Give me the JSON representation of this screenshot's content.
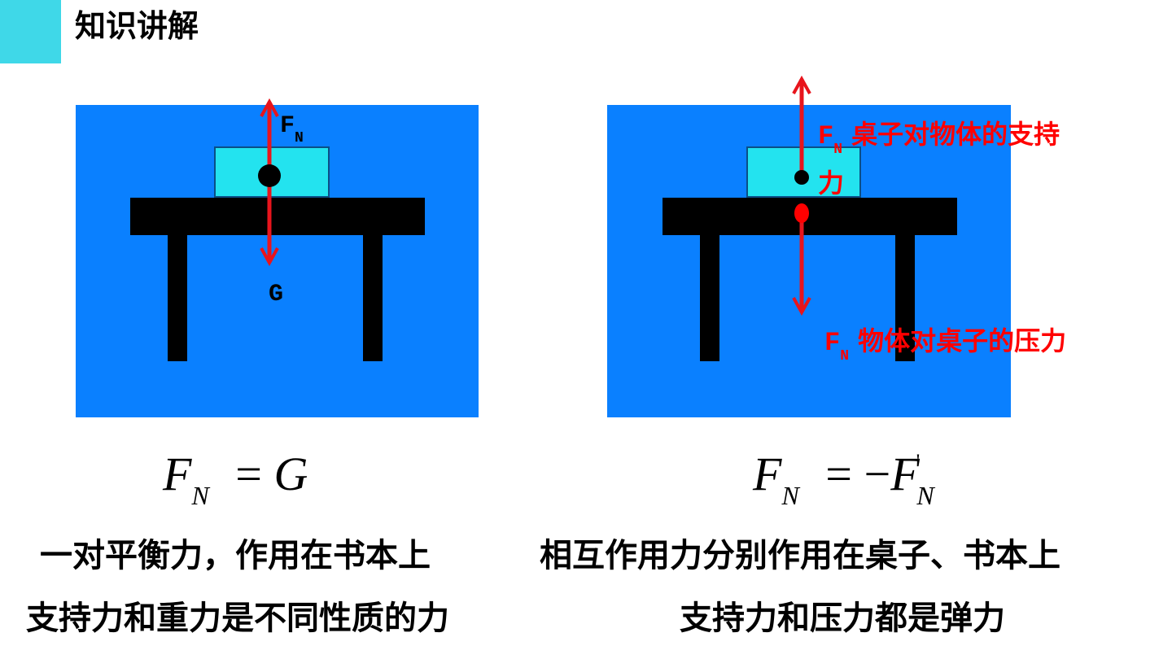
{
  "header": {
    "title": "知识讲解"
  },
  "left": {
    "label_fn_main": "F",
    "label_fn_sub": "N",
    "label_g": "G",
    "equation": {
      "lhs": "F",
      "lhs_sub": "N",
      "op": "=",
      "rhs": "G"
    },
    "line1": "一对平衡力，作用在书本上",
    "line2": "支持力和重力是不同性质的力"
  },
  "right": {
    "label_support_main": "F",
    "label_support_sub": "N",
    "label_support_text1": " 桌子对物体的支持",
    "label_support_text2": "力",
    "label_pressure_main": "F",
    "label_pressure_sub": "N",
    "label_pressure_text": " 物体对桌子的压力",
    "equation": {
      "lhs": "F",
      "lhs_sub": "N",
      "op": "= −",
      "rhs": "F",
      "rhs_sub": "N",
      "rhs_sup": "'"
    },
    "line1": "相互作用力分别作用在桌子、书本上",
    "line2": "支持力和压力都是弹力"
  },
  "colors": {
    "accent": "#3fd8e8",
    "panel": "#0a80ff",
    "book": "#23e3ef",
    "arrow": "#e8141c",
    "label_red": "#ff0000"
  }
}
